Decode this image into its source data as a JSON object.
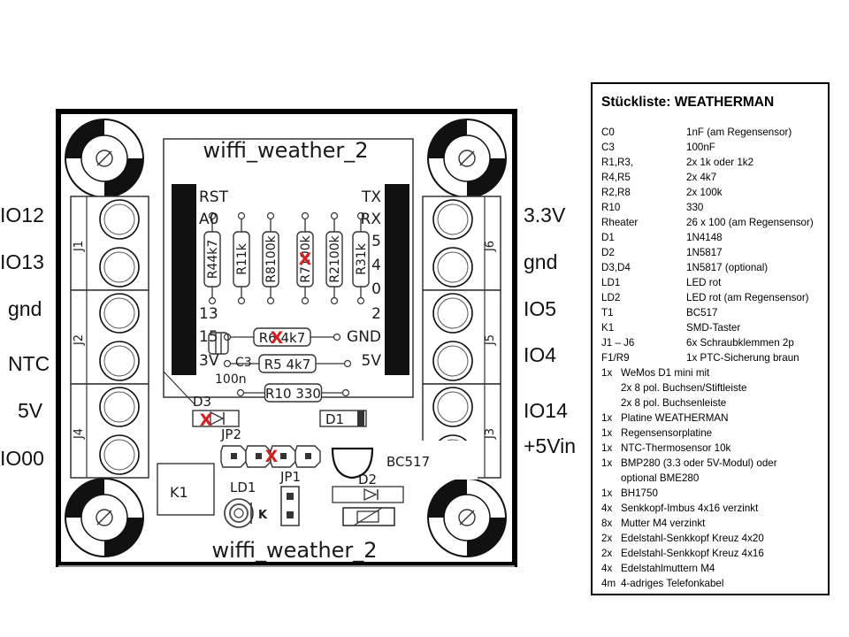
{
  "board": {
    "title_top": "wiffi_weather_2",
    "title_bottom": "wiffi_weather_2",
    "left_labels": [
      "IO12",
      "IO13",
      "gnd",
      "NTC",
      "5V",
      "IO00"
    ],
    "right_labels": [
      "3.3V",
      "gnd",
      "IO5",
      "IO4",
      "IO14",
      "+5Vin"
    ],
    "header_left_pins": [
      "RST",
      "A0",
      "",
      "",
      "13",
      "15",
      "3V"
    ],
    "header_right_pins": [
      "TX",
      "RX",
      "5",
      "4",
      "0",
      "2",
      "GND",
      "5V"
    ],
    "vertical_resistors": [
      {
        "ref": "R4",
        "value": "4k7",
        "marked": false
      },
      {
        "ref": "R1",
        "value": "1k",
        "marked": false
      },
      {
        "ref": "R8",
        "value": "100k",
        "marked": false
      },
      {
        "ref": "R7",
        "value": "100k",
        "marked": true
      },
      {
        "ref": "R2",
        "value": "100k",
        "marked": false
      },
      {
        "ref": "R3",
        "value": "1k",
        "marked": false
      }
    ],
    "horizontal_resistors": [
      {
        "ref": "R6",
        "value": "4k7",
        "marked": true
      },
      {
        "ref": "R5",
        "value": "4k7",
        "marked": false
      },
      {
        "ref": "R10",
        "value": "330",
        "marked": false
      }
    ],
    "components": {
      "c3": "C3",
      "c3_value": "100n",
      "d3": "D3",
      "d1": "D1",
      "d2": "D2",
      "jp2": "JP2",
      "jp1": "JP1",
      "transistor": "BC517",
      "k1": "K1",
      "ld1": "LD1",
      "led_k": "K",
      "j1": "J1",
      "j2": "J2",
      "j4": "J4",
      "j6": "J6",
      "j5": "J5",
      "j3": "J3"
    },
    "mark_color": "#d42020"
  },
  "bom": {
    "title": "Stückliste:  WEATHERMAN",
    "rows": [
      {
        "ref": "C0",
        "value": "1nF  (am Regensensor)"
      },
      {
        "ref": "C3",
        "value": "100nF"
      },
      {
        "ref": "R1,R3,",
        "value": "2x 1k oder 1k2"
      },
      {
        "ref": "R4,R5",
        "value": "2x 4k7"
      },
      {
        "ref": "R2,R8",
        "value": "2x 100k"
      },
      {
        "ref": "R10",
        "value": "330"
      },
      {
        "ref": "Rheater",
        "value": "26 x 100 (am Regensensor)"
      },
      {
        "ref": "D1",
        "value": "1N4148"
      },
      {
        "ref": "D2",
        "value": "1N5817"
      },
      {
        "ref": "D3,D4",
        "value": "1N5817 (optional)"
      },
      {
        "ref": "LD1",
        "value": "LED rot"
      },
      {
        "ref": "LD2",
        "value": "LED rot  (am Regensensor)"
      },
      {
        "ref": "T1",
        "value": "BC517"
      },
      {
        "ref": "K1",
        "value": "SMD-Taster"
      },
      {
        "ref": "J1 – J6",
        "value": "6x Schraubklemmen  2p"
      },
      {
        "ref": "F1/R9",
        "value": "1x  PTC-Sicherung  braun"
      }
    ],
    "lines": [
      {
        "qty": "1x",
        "desc": "WeMos D1 mini  mit",
        "indent": false
      },
      {
        "qty": "",
        "desc": "2x  8 pol. Buchsen/Stiftleiste",
        "indent": true
      },
      {
        "qty": "",
        "desc": "2x  8 pol. Buchsenleiste",
        "indent": true
      },
      {
        "qty": "1x",
        "desc": "Platine  WEATHERMAN",
        "indent": false
      },
      {
        "qty": "1x",
        "desc": "Regensensorplatine",
        "indent": false
      },
      {
        "qty": "1x",
        "desc": "NTC-Thermosensor  10k",
        "indent": false
      },
      {
        "qty": "1x",
        "desc": "BMP280 (3.3 oder 5V-Modul)  oder",
        "indent": false
      },
      {
        "qty": "",
        "desc": "optional  BME280",
        "indent": true
      },
      {
        "qty": "1x",
        "desc": "BH1750",
        "indent": false
      },
      {
        "qty": "4x",
        "desc": "Senkkopf-Imbus  4x16 verzinkt",
        "indent": false
      },
      {
        "qty": "8x",
        "desc": " Mutter M4  verzinkt",
        "indent": false
      },
      {
        "qty": "2x",
        "desc": " Edelstahl-Senkkopf  Kreuz  4x20",
        "indent": false
      },
      {
        "qty": "2x",
        "desc": " Edelstahl-Senkkopf  Kreuz  4x16",
        "indent": false
      },
      {
        "qty": "4x",
        "desc": " Edelstahlmuttern M4",
        "indent": false
      },
      {
        "qty": "4m",
        "desc": " 4-adriges Telefonkabel",
        "indent": false
      }
    ]
  }
}
